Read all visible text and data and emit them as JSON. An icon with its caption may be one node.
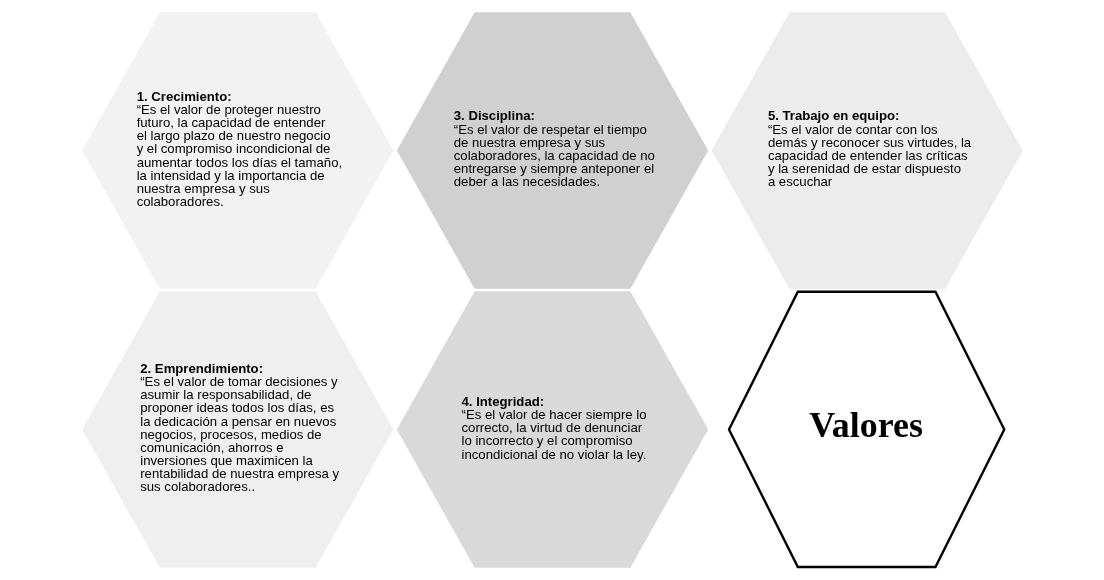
{
  "diagram": {
    "nodes": [
      {
        "text": [
          "1. Crecimiento:",
          "“Es el valor de proteger nuestro futuro, la capacidad de entender el largo plazo de nuestro negocio y el compromiso incondicional de aumentar todos los días el tamaño, la intensidad y la importancia de nuestra empresa y sus colaboradores."
        ]
      },
      {
        "text": [
          "3. Disciplina:",
          "“Es el valor de respetar el tiempo de nuestra empresa y sus colaboradores, la capacidad de no entregarse y siempre anteponer el deber a las necesidades."
        ]
      },
      {
        "text": [
          "5. Trabajo en equipo:",
          "“Es el valor de contar con los demás y reconocer sus virtudes, la capacidad de entender las críticas y la serenidad de estar dispuesto a escuchar"
        ]
      },
      {
        "text": [
          "Valores"
        ]
      },
      {
        "text": [
          "2. Emprendimiento:",
          "“Es el valor de tomar decisiones y asumir la responsabilidad, de proponer ideas todos los días, es la dedicación a pensar en nuevos negocios, procesos, medios de comunicación, ahorros e inversiones que maximicen la rentabilidad de nuestra empresa y sus colaboradores.."
        ]
      },
      {
        "text": [
          "4. Integridad:",
          "“Es el valor de hacer siempre lo correcto, la virtud de denunciar lo incorrecto y el compromiso incondicional de no violar la ley."
        ]
      }
    ]
  }
}
